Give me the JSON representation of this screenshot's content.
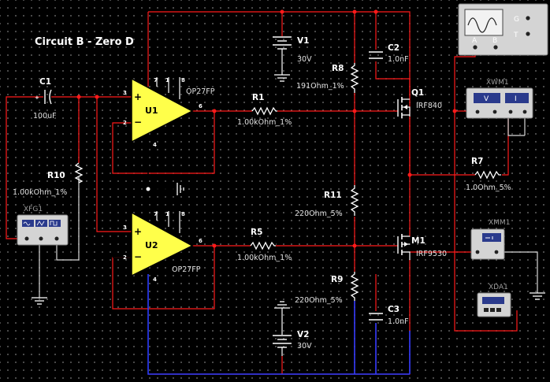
{
  "circuit": {
    "title": "Circuit B - Zero D"
  },
  "components": {
    "c1": {
      "ref": "C1",
      "value": "100uF"
    },
    "c2": {
      "ref": "C2",
      "value": "1.0nF"
    },
    "c3": {
      "ref": "C3",
      "value": "1.0nF"
    },
    "u1": {
      "ref": "U1",
      "model": "OP27FP"
    },
    "u2": {
      "ref": "U2",
      "model": "OP27FP"
    },
    "r1": {
      "ref": "R1",
      "value": "1.00kOhm_1%"
    },
    "r5": {
      "ref": "R5",
      "value": "1.00kOhm_1%"
    },
    "r7": {
      "ref": "R7",
      "value": "1.0Ohm_5%"
    },
    "r8": {
      "ref": "R8",
      "value": "191Ohm_1%"
    },
    "r9": {
      "ref": "R9",
      "value": "220Ohm_5%"
    },
    "r10": {
      "ref": "R10",
      "value": "1.00kOhm_1%"
    },
    "r11": {
      "ref": "R11",
      "value": "220Ohm_5%"
    },
    "v1": {
      "ref": "V1",
      "value": "30V"
    },
    "v2": {
      "ref": "V2",
      "value": "30V"
    },
    "q1": {
      "ref": "Q1",
      "model": "IRF840"
    },
    "m1": {
      "ref": "M1",
      "model": "IRF9530"
    }
  },
  "opamp_pins": {
    "noninv": "3",
    "inv": "2",
    "out": "6",
    "top_a": "7",
    "top_b": "1",
    "top_c": "8",
    "bottom": "4",
    "plus": "+",
    "minus": "−"
  },
  "instruments": {
    "xsc1": {
      "a": "A",
      "b": "B",
      "g": "G",
      "t": "T"
    },
    "xfg1": {
      "ref": "XFG1"
    },
    "xmm1": {
      "ref": "XMM1"
    },
    "xwm1": {
      "ref": "XWM1",
      "v": "V",
      "i": "I"
    },
    "xda1": {
      "ref": "XDA1"
    }
  },
  "colors": {
    "wire_red": "#ff1a1a",
    "wire_blue": "#2a3cff",
    "opamp_fill": "#ffff4a",
    "grid_dot": "#6d6d6d",
    "background": "#000000"
  }
}
